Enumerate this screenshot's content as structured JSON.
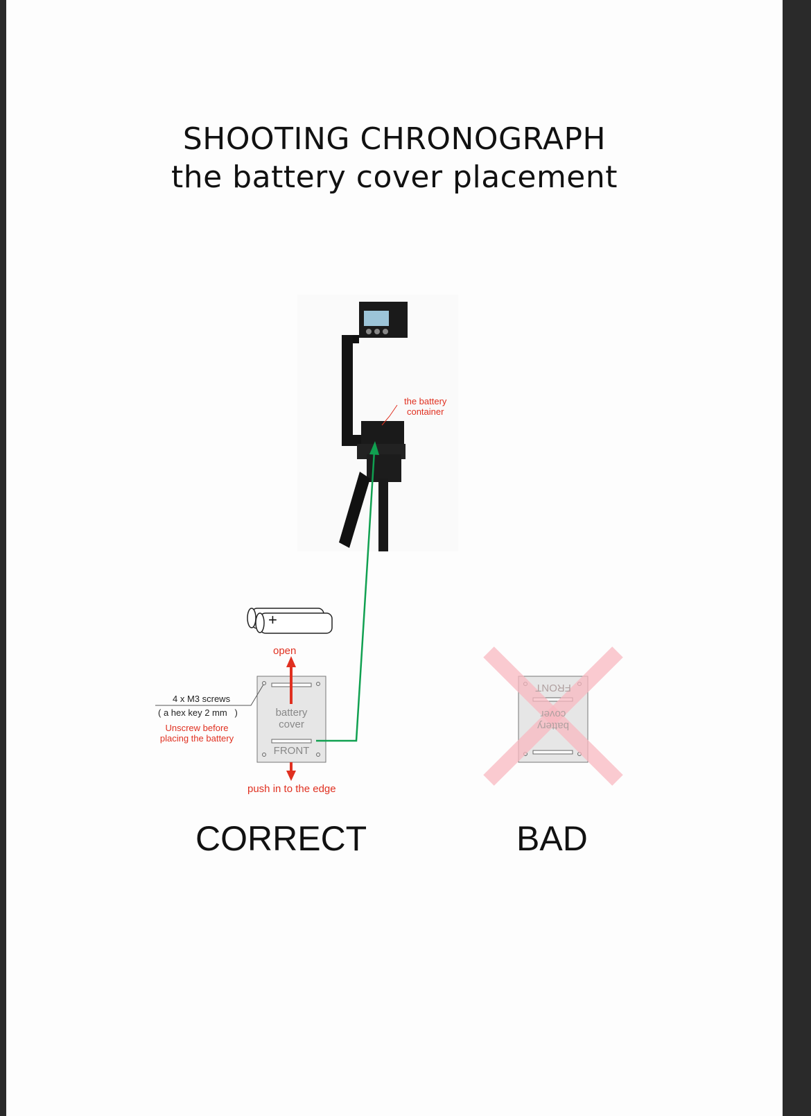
{
  "title": {
    "line1": "SHOOTING CHRONOGRAPH",
    "line2": "the battery cover placement"
  },
  "photo": {
    "annotation_line1": "the battery",
    "annotation_line2": "container"
  },
  "battery": {
    "plus": "+"
  },
  "correct": {
    "open": "open",
    "screws": "4 x M3 screws",
    "hexkey": "( a hex key 2 mm   )",
    "unscrew_line1": "Unscrew before",
    "unscrew_line2": "placing the battery",
    "cover_line1": "battery",
    "cover_line2": "cover",
    "front": "FRONT",
    "push": "push in to the edge",
    "label": "CORRECT"
  },
  "bad": {
    "cover_line1": "battery",
    "cover_line2": "cover",
    "front": "FRONT",
    "label": "BAD"
  },
  "colors": {
    "red": "#e03020",
    "green": "#10a050",
    "cross": "#f8c8cc"
  }
}
